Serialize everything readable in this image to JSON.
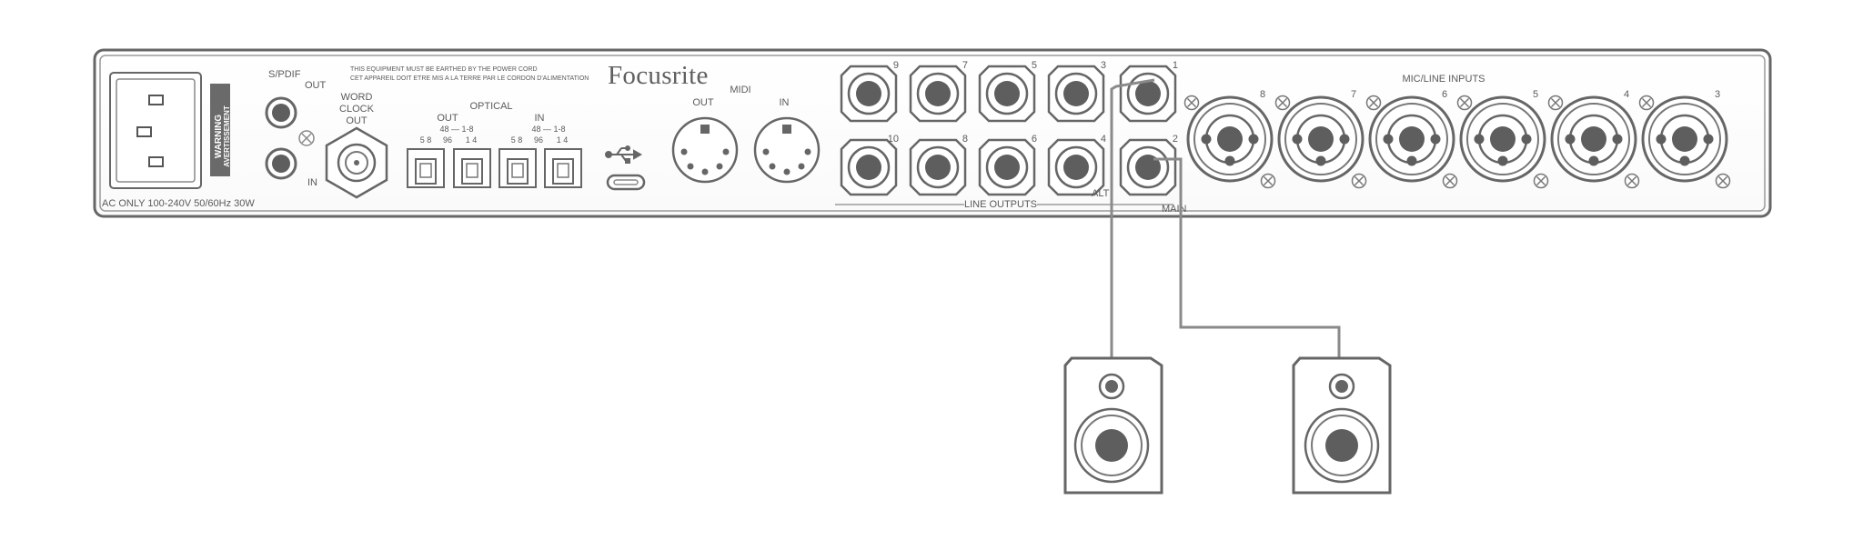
{
  "panel": {
    "brand": "Focusrite",
    "power_label": "AC ONLY 100-240V  50/60Hz 30W",
    "warning_line1": "WARNING",
    "warning_line2": "AVERTISSEMENT",
    "earth_notice_line1": "THIS EQUIPMENT MUST BE EARTHED BY THE POWER CORD",
    "earth_notice_line2": "CET APPAREIL DOIT ETRE MIS A LA TERRE PAR LE CORDON D'ALIMENTATION",
    "spdif_label": "S/PDIF",
    "spdif_out": "OUT",
    "spdif_in": "IN",
    "word_clock": [
      "WORD",
      "CLOCK",
      "OUT"
    ],
    "optical_label": "OPTICAL",
    "optical_out": "OUT",
    "optical_in": "IN",
    "optical_rate": "48 — 1-8",
    "optical_ports": [
      "5 8",
      "96",
      "1 4",
      "5 8",
      "96",
      "1 4"
    ],
    "midi_label": "MIDI",
    "midi_out": "OUT",
    "midi_in": "IN",
    "line_outputs_label": "LINE OUTPUTS",
    "line_outputs_top": [
      "9",
      "7",
      "5",
      "3",
      "1"
    ],
    "line_outputs_bottom": [
      "10",
      "8",
      "6",
      "4",
      "2"
    ],
    "alt_label": "ALT",
    "main_label": "MAIN",
    "mic_line_label": "MIC/LINE INPUTS",
    "mic_inputs": [
      "8",
      "7",
      "6",
      "5",
      "4",
      "3"
    ]
  }
}
